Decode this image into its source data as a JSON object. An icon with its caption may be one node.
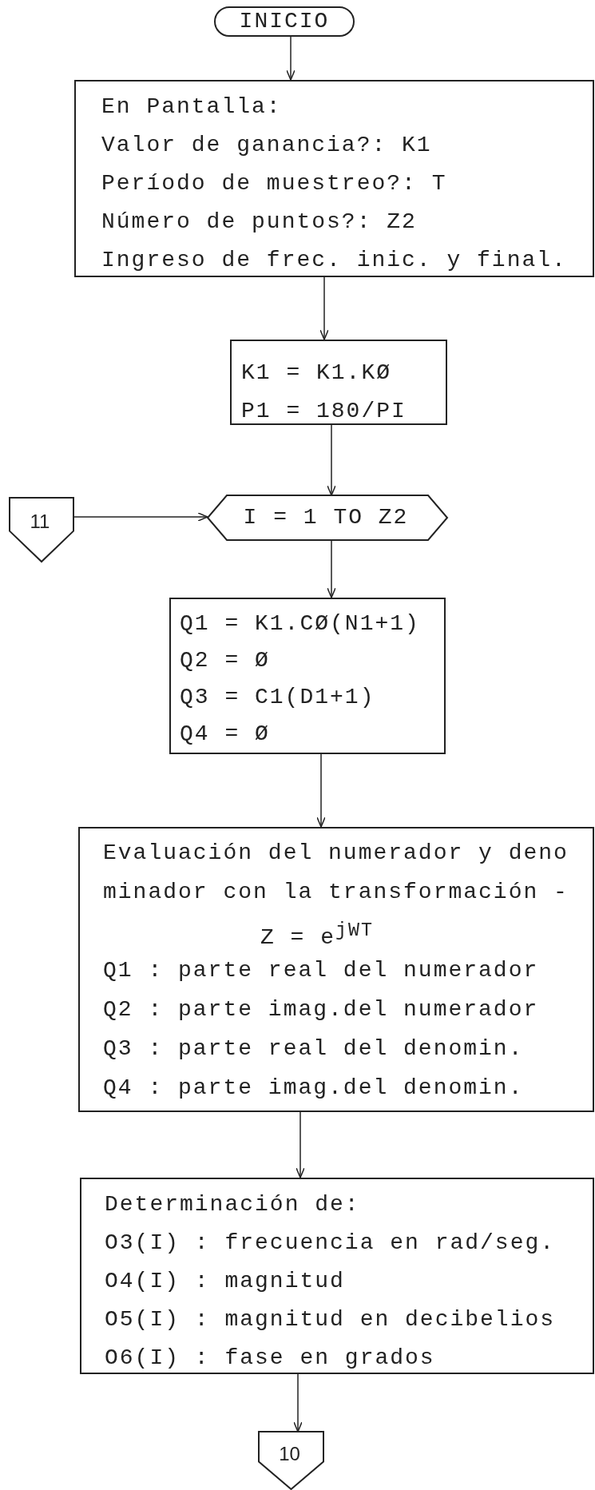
{
  "diagram": {
    "nodes": [
      {
        "text": [
          "INICIO"
        ]
      },
      {
        "text": [
          "En Pantalla:",
          "Valor de ganancia?: K1",
          "Período de muestreo?: T",
          "Número de puntos?: Z2",
          "Ingreso de frec. inic. y final."
        ]
      },
      {
        "text": [
          "K1 = K1.KØ",
          "P1 = 180/PI"
        ]
      },
      {
        "text": [
          "11"
        ]
      },
      {
        "text": [
          "I = 1 TO Z2"
        ]
      },
      {
        "text": [
          "Q1 = K1.CØ(N1+1)",
          "Q2 = Ø",
          "Q3 = C1(D1+1)",
          "Q4 = Ø"
        ]
      },
      {
        "text": [
          "Evaluación del numerador y deno",
          "minador con la transformación -",
          "Z = e$^{jWT}$",
          "Q1 : parte real del numerador",
          "Q2 : parte imag.del numerador",
          "Q3 : parte real del denomin.",
          "Q4 : parte imag.del denomin."
        ]
      },
      {
        "text": [
          "Determinación de:",
          "O3(I) : frecuencia en rad/seg.",
          "O4(I) : magnitud",
          "O5(I) : magnitud en decibelios",
          "O6(I) : fase en grados"
        ]
      },
      {
        "text": [
          "10"
        ]
      }
    ],
    "edges": [
      {
        "from": 0,
        "to": 1,
        "arrow": "to"
      },
      {
        "from": 1,
        "to": 2,
        "arrow": "to"
      },
      {
        "from": 2,
        "to": 4,
        "arrow": "to"
      },
      {
        "from": 3,
        "to": 4,
        "arrow": "to"
      },
      {
        "from": 4,
        "to": 5,
        "arrow": "to"
      },
      {
        "from": 5,
        "to": 6,
        "arrow": "to"
      },
      {
        "from": 6,
        "to": 7,
        "arrow": "to"
      },
      {
        "from": 7,
        "to": 8,
        "arrow": "to"
      }
    ]
  }
}
